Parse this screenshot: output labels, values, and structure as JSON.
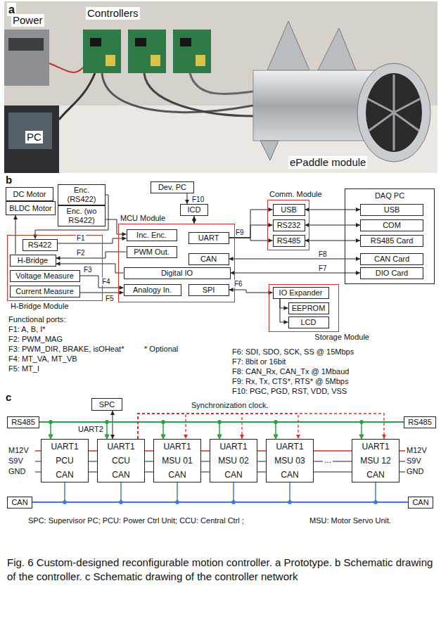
{
  "diagram": {
    "caption": "Fig. 6 Custom-designed reconfigurable motion controller. a Prototype. b Schematic drawing of the controller. c Schematic drawing of the controller network",
    "nodes": [
      {
        "text": [
          "DC Motor"
        ]
      },
      {
        "text": [
          "BLDC Motor"
        ]
      },
      {
        "text": [
          "Enc. (RS422)"
        ]
      },
      {
        "text": [
          "Enc. (wo RS422)"
        ]
      },
      {
        "text": [
          "H-Bridge Module"
        ]
      },
      {
        "text": [
          "RS422"
        ],
        "in": 4
      },
      {
        "text": [
          "H-Bridge"
        ],
        "in": 4
      },
      {
        "text": [
          "Voltage Measure"
        ],
        "in": 4
      },
      {
        "text": [
          "Current Measure"
        ],
        "in": 4
      },
      {
        "text": [
          "Dev. PC"
        ]
      },
      {
        "text": [
          "ICD"
        ]
      },
      {
        "text": [
          "MCU Module"
        ]
      },
      {
        "text": [
          "Inc. Enc."
        ],
        "in": 11
      },
      {
        "text": [
          "PWM Out."
        ],
        "in": 11
      },
      {
        "text": [
          "UART"
        ],
        "in": 11
      },
      {
        "text": [
          "CAN"
        ],
        "in": 11
      },
      {
        "text": [
          "Digital IO"
        ],
        "in": 11
      },
      {
        "text": [
          "Analogy In."
        ],
        "in": 11
      },
      {
        "text": [
          "SPI"
        ],
        "in": 11
      },
      {
        "text": [
          "Comm. Module"
        ]
      },
      {
        "text": [
          "USB"
        ],
        "in": 19
      },
      {
        "text": [
          "RS232"
        ],
        "in": 19
      },
      {
        "text": [
          "RS485"
        ],
        "in": 19
      },
      {
        "text": [
          "DAQ PC"
        ]
      },
      {
        "text": [
          "USB"
        ],
        "in": 23
      },
      {
        "text": [
          "COM"
        ],
        "in": 23
      },
      {
        "text": [
          "RS485 Card"
        ],
        "in": 23
      },
      {
        "text": [
          "CAN Card"
        ],
        "in": 23
      },
      {
        "text": [
          "DIO Card"
        ],
        "in": 23
      },
      {
        "text": [
          "Storage Module"
        ]
      },
      {
        "text": [
          "IO Expander"
        ],
        "in": 29
      },
      {
        "text": [
          "EEPROM"
        ],
        "in": 29
      },
      {
        "text": [
          "LCD"
        ],
        "in": 29
      },
      {
        "text": [
          "SPC"
        ]
      },
      {
        "text": [
          "RS485"
        ]
      },
      {
        "text": [
          "RS485"
        ]
      },
      {
        "text": [
          "UART1",
          "PCU",
          "CAN"
        ]
      },
      {
        "text": [
          "UART1",
          "CCU",
          "CAN"
        ]
      },
      {
        "text": [
          "UART1",
          "MSU 01",
          "CAN"
        ]
      },
      {
        "text": [
          "UART1",
          "MSU 02",
          "CAN"
        ]
      },
      {
        "text": [
          "UART1",
          "MSU 03",
          "CAN"
        ]
      },
      {
        "text": [
          "UART1",
          "MSU 12",
          "CAN"
        ]
      },
      {
        "text": [
          "CAN"
        ]
      },
      {
        "text": [
          "CAN"
        ]
      }
    ],
    "edges": [
      {
        "from": 6,
        "to": 1,
        "arrow": "to"
      },
      {
        "from": 2,
        "to": 5,
        "arrow": "to"
      },
      {
        "from": 3,
        "to": 12,
        "arrow": "to"
      },
      {
        "from": 5,
        "to": 12,
        "label": "F1",
        "arrow": "to"
      },
      {
        "from": 13,
        "to": 6,
        "label": "F2",
        "arrow": "to"
      },
      {
        "from": 16,
        "to": 6,
        "label": "F3",
        "arrow": "to"
      },
      {
        "from": 7,
        "to": 17,
        "label": "F4",
        "arrow": "to"
      },
      {
        "from": 8,
        "to": 17,
        "label": "F5",
        "arrow": "to"
      },
      {
        "from": 9,
        "to": 10,
        "label": "F10",
        "arrow": "to"
      },
      {
        "from": 10,
        "to": 11,
        "arrow": "both"
      },
      {
        "from": 14,
        "to": 20,
        "arrow": "to"
      },
      {
        "from": 14,
        "to": 21,
        "label": "F9",
        "arrow": "to"
      },
      {
        "from": 14,
        "to": 22,
        "arrow": "to"
      },
      {
        "from": 20,
        "to": 24,
        "arrow": "both"
      },
      {
        "from": 21,
        "to": 25,
        "arrow": "both"
      },
      {
        "from": 22,
        "to": 26,
        "arrow": "both"
      },
      {
        "from": 15,
        "to": 27,
        "label": "F8",
        "arrow": "both"
      },
      {
        "from": 16,
        "to": 28,
        "label": "F7",
        "arrow": "both"
      },
      {
        "from": 18,
        "to": 30,
        "label": "F6",
        "arrow": "both"
      },
      {
        "from": 30,
        "to": 31,
        "arrow": "to"
      },
      {
        "from": 30,
        "to": 32,
        "arrow": "to"
      },
      {
        "from": 33,
        "to": 37,
        "label": "UART2",
        "arrow": "both"
      },
      {
        "from": 34,
        "to": 35,
        "arrow": "none"
      },
      {
        "from": 42,
        "to": 43,
        "arrow": "none"
      },
      {
        "from": 37,
        "to": 38,
        "arrow": "to"
      },
      {
        "from": 37,
        "to": 39,
        "arrow": "to"
      },
      {
        "from": 37,
        "to": 40,
        "arrow": "to"
      },
      {
        "from": 37,
        "to": 41,
        "arrow": "to"
      }
    ],
    "labels": [
      "a",
      "Power",
      "Controllers",
      "PC",
      "ePaddle module",
      "b",
      "Functional ports:",
      "F1: A, B, I*",
      "F2: PWM_MAG",
      "F3: PWM_DIR, BRAKE, isOHeat*",
      "F4: MT_VA, MT_VB",
      "F5: MT_I",
      "* Optional",
      "F6: SDI, SDO, SCK, SS @ 15Mbps",
      "F7: 8bit or 16bit",
      "F8: CAN_Rx, CAN_Tx @ 1Mbaud",
      "F9: Rx, Tx, CTS*, RTS* @ 5Mbps",
      "F10: PGC, PGD, RST, VDD, VSS",
      "c",
      "Synchronization clock.",
      "M12V",
      "S9V",
      "GND",
      "M12V",
      "S9V",
      "GND",
      "...",
      "SPC: Supervisor PC; PCU: Power Ctrl Unit; CCU: Central Ctrl ;",
      "MSU: Motor Servo Unit."
    ]
  }
}
